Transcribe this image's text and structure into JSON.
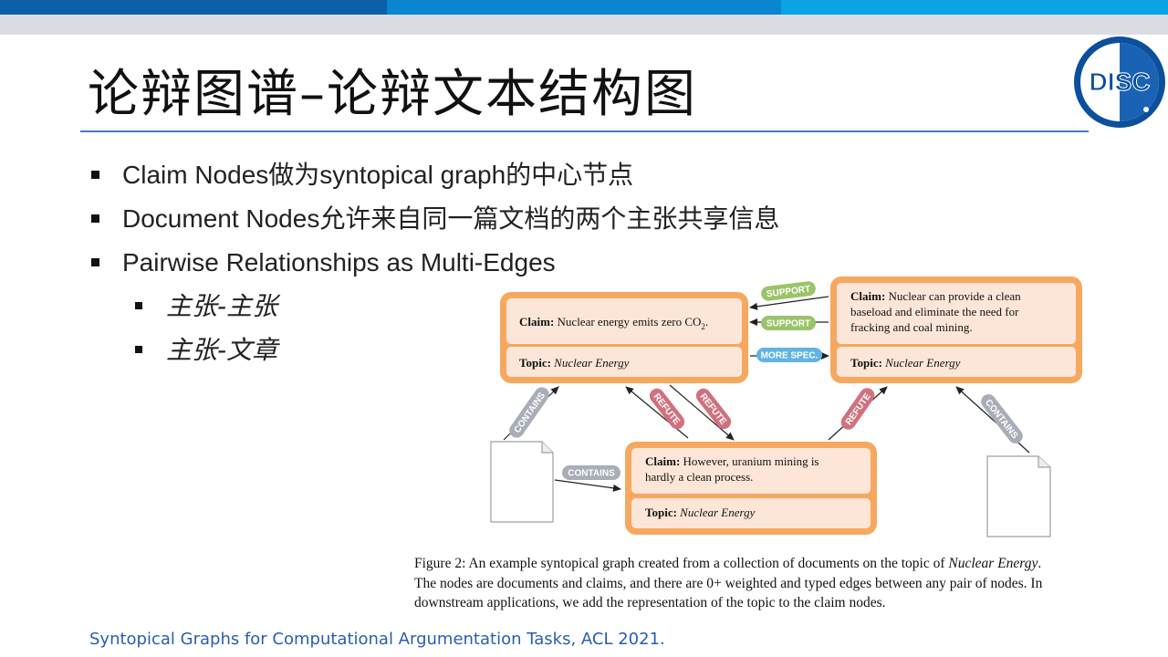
{
  "slide": {
    "title": "论辩图谱–论辩文本结构图",
    "logo_text": "DISC",
    "bullets": [
      "Claim Nodes做为syntopical graph的中心节点",
      "Document Nodes允许来自同一篇文档的两个主张共享信息",
      "Pairwise Relationships as Multi-Edges"
    ],
    "sub_bullets": [
      "主张-主张",
      "主张-文章"
    ],
    "reference": "Syntopical Graphs for Computational Argumentation Tasks, ACL 2021."
  },
  "figure": {
    "nodes": [
      {
        "id": "claim1",
        "claim_label": "Claim:",
        "claim_lines": [
          "Nuclear energy emits zero CO",
          "2",
          "."
        ],
        "topic_label": "Topic:",
        "topic": "Nuclear Energy"
      },
      {
        "id": "claim2",
        "claim_label": "Claim:",
        "claim_lines": [
          "Nuclear can provide a clean",
          "baseload and eliminate the need for",
          "fracking and coal mining."
        ],
        "topic_label": "Topic:",
        "topic": "Nuclear Energy"
      },
      {
        "id": "claim3",
        "claim_label": "Claim:",
        "claim_lines": [
          "However, uranium mining is",
          "hardly a clean process."
        ],
        "topic_label": "Topic:",
        "topic": "Nuclear Energy"
      }
    ],
    "edge_labels": {
      "support_1": "SUPPORT",
      "support_2": "SUPPORT",
      "more_spec": "MORE SPEC.",
      "contains_left": "CONTAINS",
      "contains_mid": "CONTAINS",
      "contains_right": "CONTAINS",
      "refute_1": "REFUTE",
      "refute_2": "REFUTE",
      "refute_3": "REFUTE"
    },
    "colors": {
      "node_border": "#f7a85f",
      "node_fill": "#fde6d8",
      "support": "#9bc46a",
      "more_spec": "#62b3e3",
      "contains": "#a8adb8",
      "refute": "#d0717e"
    },
    "caption": {
      "prefix": "Figure 2:  An example syntopical graph created from a collection of documents on the topic of ",
      "prefix_em": "Nuclear Energy",
      "prefix_end": ".",
      "line2": "The nodes are documents and claims, and there are 0+ weighted and typed edges between any pair of nodes.  In",
      "line3": "downstream applications, we add the representation of the topic to the claim nodes."
    }
  }
}
